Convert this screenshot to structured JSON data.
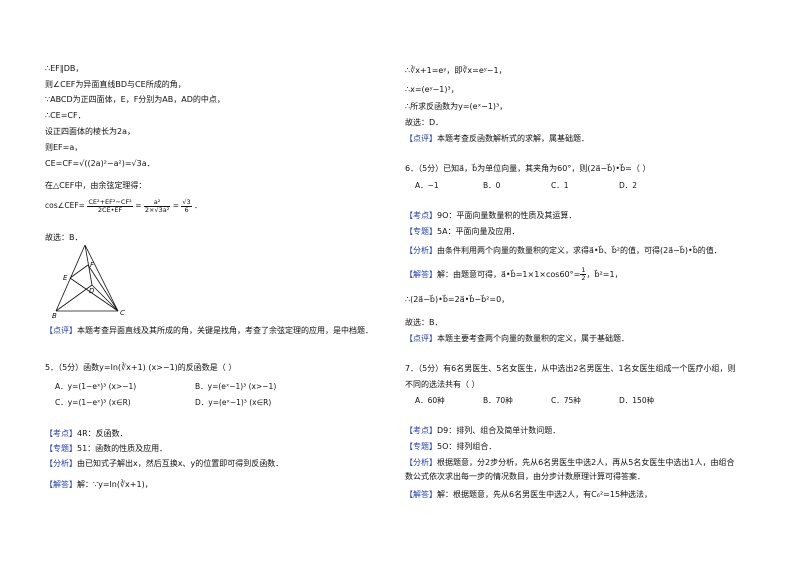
{
  "left": {
    "l1": "∴EF∥DB，",
    "l2": "则∠CEF为异面直线BD与CE所成的角，",
    "l3": "∵ABCD为正四面体，E，F分别为AB，AD的中点，",
    "l4": "∴CE=CF．",
    "l5": "设正四面体的棱长为2a，",
    "l6": "则EF=a，",
    "l7": "CE=CF=√((2a)²−a²)=√3a．",
    "l8": "在△CEF中，由余弦定理得：",
    "cos_lhs": "cos∠CEF=",
    "cos_num": "CE²+EF²−CF²",
    "cos_den": "2CE•EF",
    "cos_eq": "=",
    "cos_num2": "a²",
    "cos_den2": "2×√3a²",
    "cos_eq2": "=",
    "cos_num3": "√3",
    "cos_den3": "6",
    "cos_end": "．",
    "l10": "故选：B．",
    "fig_labels": [
      "A",
      "F",
      "D",
      "E",
      "B",
      "C"
    ],
    "comment_tag": "【点评】",
    "comment_text": "本题考查异面直线及其所成的角，关键是找角，考查了余弦定理的应用，是中档题．",
    "q5": "5．（5分）函数y=ln(∛x+1)  (x>−1)的反函数是（    ）",
    "q5_a": "A．y=(1−eˣ)³  (x>−1)",
    "q5_b": "B．y=(eˣ−1)³  (x>−1)",
    "q5_c": "C．y=(1−eˣ)³  (x∈R)",
    "q5_d": "D．y=(eˣ−1)³  (x∈R)",
    "kd_tag": "【考点】",
    "kd_text": "4R：反函数．",
    "zt_tag": "【专题】",
    "zt_text": "51：函数的性质及应用．",
    "fx_tag": "【分析】",
    "fx_text": "由已知式子解出x，然后互换x、y的位置即可得到反函数．",
    "jd_tag": "【解答】",
    "jd_text": "解：∵y=ln(∛x+1)，"
  },
  "right": {
    "r1": "∴∛x+1=eʸ，即∛x=eʸ−1，",
    "r2": "∴x=(eʸ−1)³，",
    "r3": "∴所求反函数为y=(eˣ−1)³，",
    "r4": "故选：D．",
    "py_tag": "【点评】",
    "py_text": "本题考查反函数解析式的求解，属基础题．",
    "q6": "6．（5分）已知a⃗，b⃗为单位向量，其夹角为60°，则(2a⃗−b⃗)•b⃗=（    ）",
    "q6_a": "A．−1",
    "q6_b": "B．0",
    "q6_c": "C．1",
    "q6_d": "D．2",
    "kd_tag": "【考点】",
    "kd_text": "9O：平面向量数量积的性质及其运算．",
    "zt_tag": "【专题】",
    "zt_text": "5A：平面向量及应用．",
    "fx_tag": "【分析】",
    "fx_text": "由条件利用两个向量的数量积的定义，求得a⃗•b⃗、b⃗²的值，可得(2a⃗−b⃗)•b⃗的值．",
    "jd_tag": "【解答】",
    "jd_text_a": "解：由题意可得，a⃗•b⃗=1×1×cos60°=",
    "jd_num": "1",
    "jd_den": "2",
    "jd_text_b": "，b⃗²=1，",
    "r_calc": "∴(2a⃗−b⃗)•b⃗=2a⃗•b⃗−b⃗²=0，",
    "r_choose": "故选：B．",
    "py2_tag": "【点评】",
    "py2_text": "本题主要考查两个向量的数量积的定义，属于基础题．",
    "q7_1": "7．（5分）有6名男医生、5名女医生，从中选出2名男医生、1名女医生组成一个医疗小组，则",
    "q7_2": "不同的选法共有（    ）",
    "q7_a": "A．60种",
    "q7_b": "B．70种",
    "q7_c": "C．75种",
    "q7_d": "D．150种",
    "kd7_tag": "【考点】",
    "kd7_text": "D9：排列、组合及简单计数问题．",
    "zt7_tag": "【专题】",
    "zt7_text": "5O：排列组合．",
    "fx7_tag": "【分析】",
    "fx7_text1": "根据题意，分2步分析，先从6名男医生中选2人，再从5名女医生中选出1人，由组合",
    "fx7_text2": "数公式依次求出每一步的情况数目，由分步计数原理计算可得答案．",
    "jd7_tag": "【解答】",
    "jd7_text": "解：根据题意，先从6名男医生中选2人，有C₆²=15种选法，"
  }
}
